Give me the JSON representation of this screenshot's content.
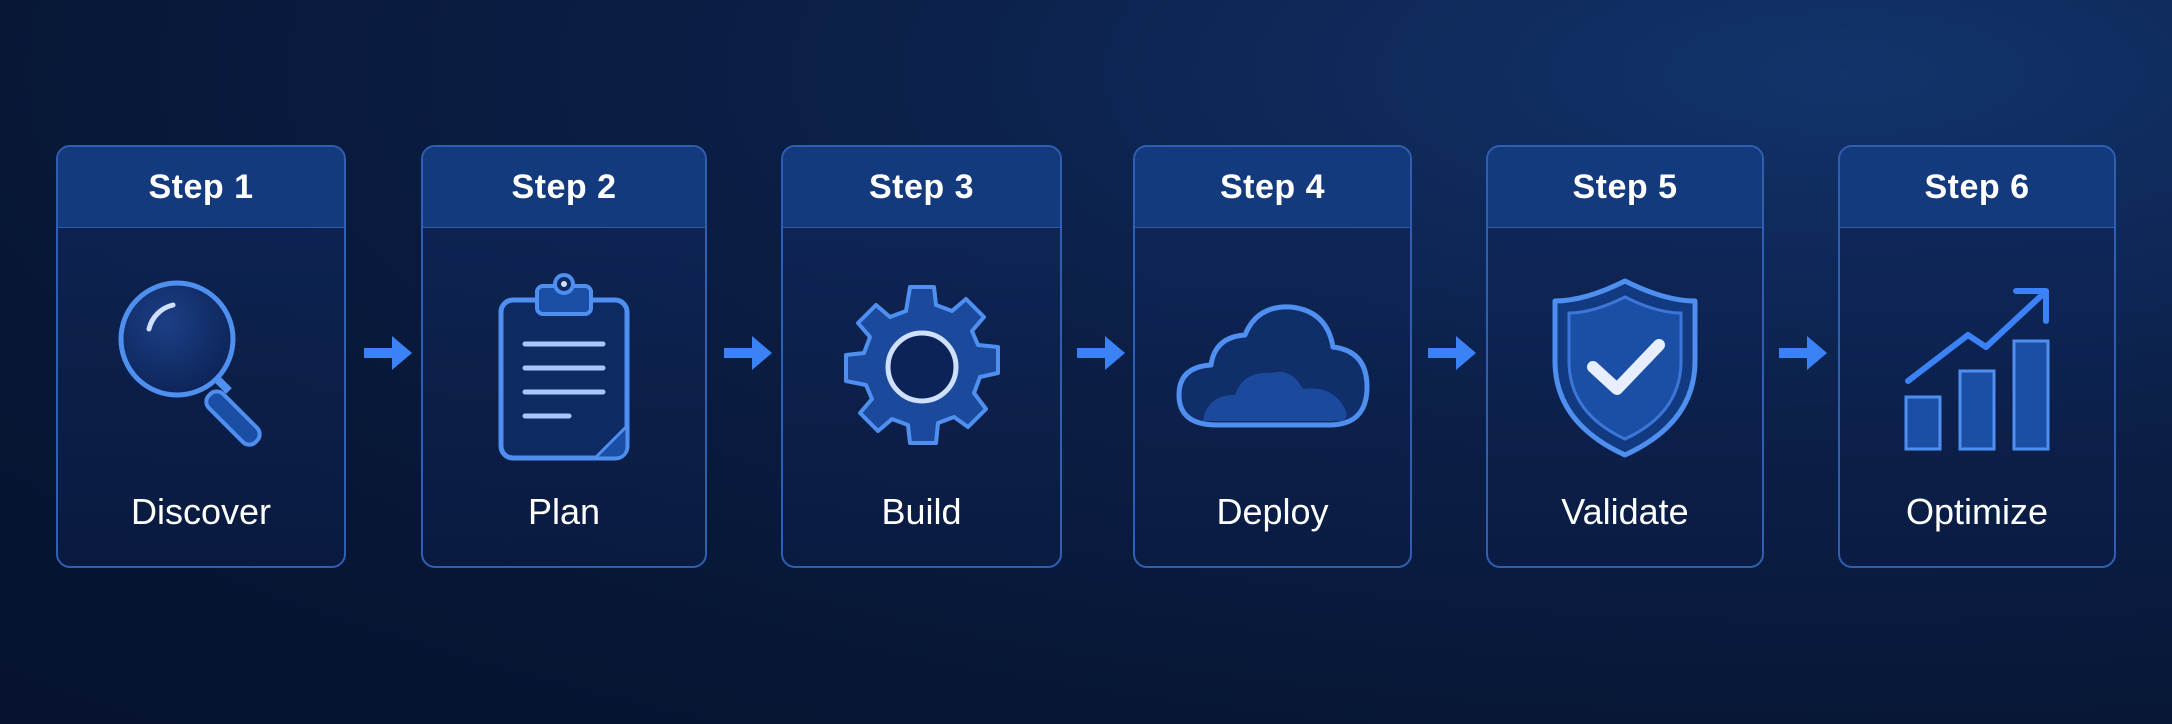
{
  "colors": {
    "background": "#0a1c44",
    "card_border": "#2f5fb3",
    "card_header": "#133a7c",
    "accent": "#3b82f6",
    "text": "#ffffff"
  },
  "steps": [
    {
      "title": "Step 1",
      "label": "Discover",
      "icon": "magnifier-icon"
    },
    {
      "title": "Step 2",
      "label": "Plan",
      "icon": "clipboard-icon"
    },
    {
      "title": "Step 3",
      "label": "Build",
      "icon": "gear-icon"
    },
    {
      "title": "Step 4",
      "label": "Deploy",
      "icon": "cloud-icon"
    },
    {
      "title": "Step 5",
      "label": "Validate",
      "icon": "shield-check-icon"
    },
    {
      "title": "Step 6",
      "label": "Optimize",
      "icon": "growth-chart-icon"
    }
  ]
}
